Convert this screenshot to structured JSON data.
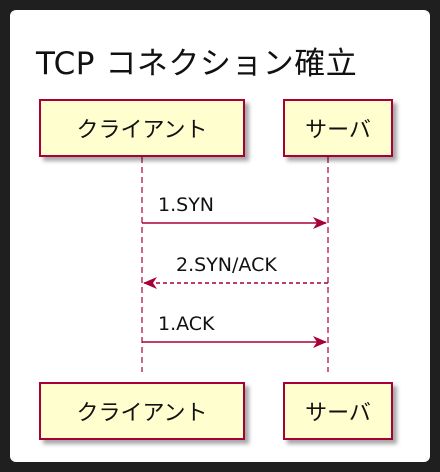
{
  "diagram": {
    "title": "TCP コネクション確立",
    "participants": {
      "client": "クライアント",
      "server": "サーバ"
    },
    "messages": [
      {
        "label": "1.SYN",
        "from": "client",
        "to": "server",
        "style": "solid"
      },
      {
        "label": "2.SYN/ACK",
        "from": "server",
        "to": "client",
        "style": "dashed"
      },
      {
        "label": "1.ACK",
        "from": "client",
        "to": "server",
        "style": "solid"
      }
    ]
  },
  "colors": {
    "background": "#1f1f1f",
    "card": "#ffffff",
    "participant_fill": "#fefece",
    "participant_border": "#a80036",
    "arrow": "#a80036"
  }
}
